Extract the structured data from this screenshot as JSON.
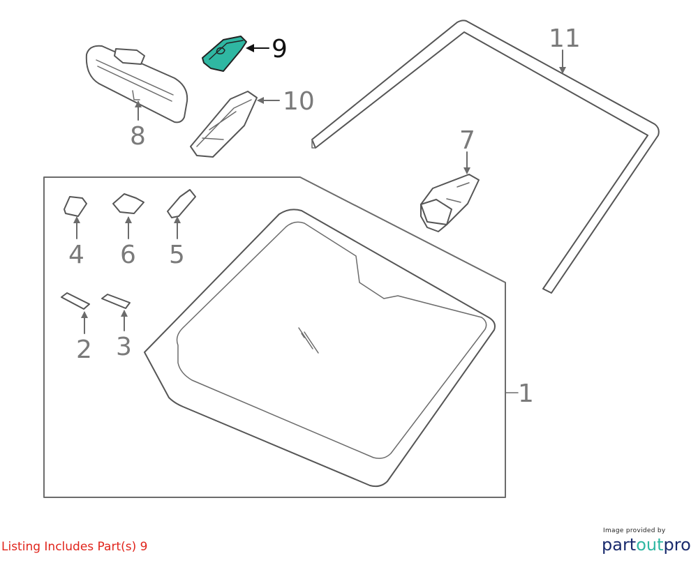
{
  "labels": {
    "p1": "1",
    "p2": "2",
    "p3": "3",
    "p4": "4",
    "p5": "5",
    "p6": "6",
    "p7": "7",
    "p8": "8",
    "p9": "9",
    "p10": "10",
    "p11": "11"
  },
  "highlighted_part": "9",
  "listing_note": "Listing Includes Part(s) 9",
  "provider": {
    "caption": "Image provided by",
    "brand_part1": "part",
    "brand_part2": "out",
    "brand_part3": "pro"
  },
  "colors": {
    "highlight_fill": "#2fb7a2",
    "note_text": "#e0241b",
    "brand_navy": "#1a2b6d",
    "brand_teal": "#2fb7a2"
  }
}
